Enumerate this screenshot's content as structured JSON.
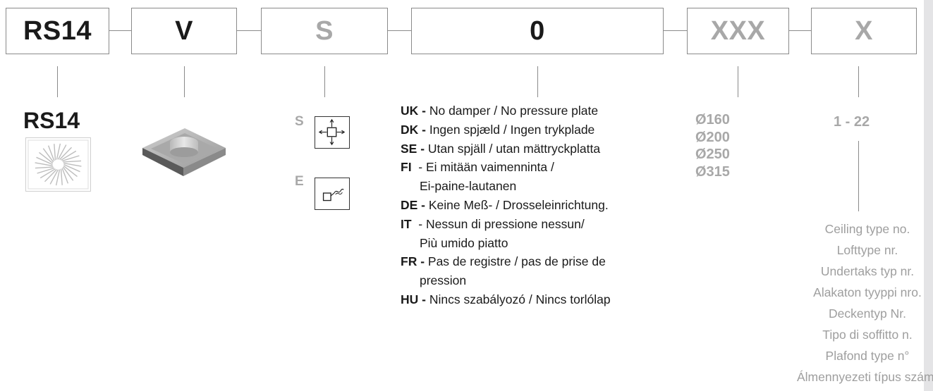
{
  "boxes": [
    {
      "label": "RS14"
    },
    {
      "label": "V"
    },
    {
      "label": "S"
    },
    {
      "label": "0"
    },
    {
      "label": "XXX"
    },
    {
      "label": "X"
    }
  ],
  "product": {
    "name": "RS14"
  },
  "options": {
    "s_label": "S",
    "e_label": "E"
  },
  "damper_descriptions": [
    {
      "code": "UK -",
      "text": " No damper / No pressure plate"
    },
    {
      "code": "DK -",
      "text": " Ingen spjæld / Ingen trykplade"
    },
    {
      "code": "SE -",
      "text": " Utan spjäll / utan mättryckplatta"
    },
    {
      "code": "FI",
      "text": "  - Ei mitään vaimenninta /"
    },
    {
      "code": "",
      "text": "Ei-paine-lautanen"
    },
    {
      "code": "DE -",
      "text": " Keine Meß- / Drosseleinrichtung."
    },
    {
      "code": "IT",
      "text": "  - Nessun di pressione nessun/"
    },
    {
      "code": "",
      "text": "Più umido piatto"
    },
    {
      "code": "FR -",
      "text": " Pas de registre / pas de prise de"
    },
    {
      "code": "",
      "text": "pression"
    },
    {
      "code": "HU -",
      "text": " Nincs szabályozó / Nincs torlólap"
    }
  ],
  "sizes": [
    "Ø160",
    "Ø200",
    "Ø250",
    "Ø315"
  ],
  "ceiling": {
    "range": "1 - 22",
    "labels": [
      "Ceiling type no.",
      "Lofttype nr.",
      "Undertaks typ nr.",
      "Alakaton tyyppi nro.",
      "Deckentyp Nr.",
      "Tipo di soffitto n.",
      "Plafond type n°",
      "Álmennyezeti típus száma"
    ]
  },
  "colors": {
    "dark_text": "#1a1a1a",
    "light_text": "#a8a8a8",
    "line": "#8a8a8a"
  }
}
